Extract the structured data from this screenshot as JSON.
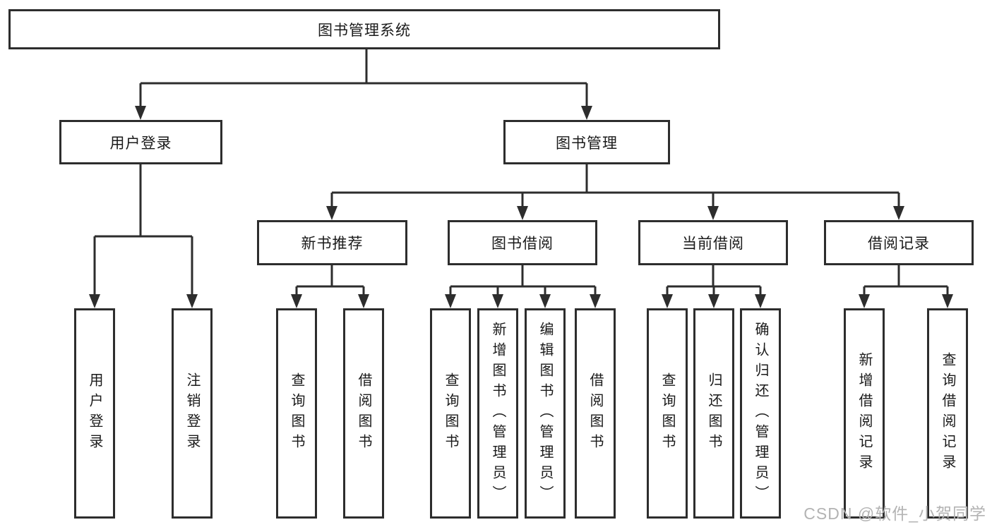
{
  "diagram_type": "tree-hierarchy",
  "colors": {
    "background": "#ffffff",
    "line": "#2d2d2d",
    "box_border": "#2d2d2d",
    "text": "#1a1a1a",
    "watermark": "#b3b3b3"
  },
  "tree": {
    "root": {
      "label": "图书管理系统"
    },
    "children": [
      {
        "label": "用户登录",
        "children": [
          {
            "label": "用户登录"
          },
          {
            "label": "注销登录"
          }
        ]
      },
      {
        "label": "图书管理",
        "children": [
          {
            "label": "新书推荐",
            "children": [
              {
                "label": "查询图书"
              },
              {
                "label": "借阅图书"
              }
            ]
          },
          {
            "label": "图书借阅",
            "children": [
              {
                "label": "查询图书"
              },
              {
                "label": "新增图书（管理员）"
              },
              {
                "label": "编辑图书（管理员）"
              },
              {
                "label": "借阅图书"
              }
            ]
          },
          {
            "label": "当前借阅",
            "children": [
              {
                "label": "查询图书"
              },
              {
                "label": "归还图书"
              },
              {
                "label": "确认归还（管理员）"
              }
            ]
          },
          {
            "label": "借阅记录",
            "children": [
              {
                "label": "新增借阅记录"
              },
              {
                "label": "查询借阅记录"
              }
            ]
          }
        ]
      }
    ]
  },
  "watermark": {
    "text": "CSDN @软件_小贺同学"
  }
}
